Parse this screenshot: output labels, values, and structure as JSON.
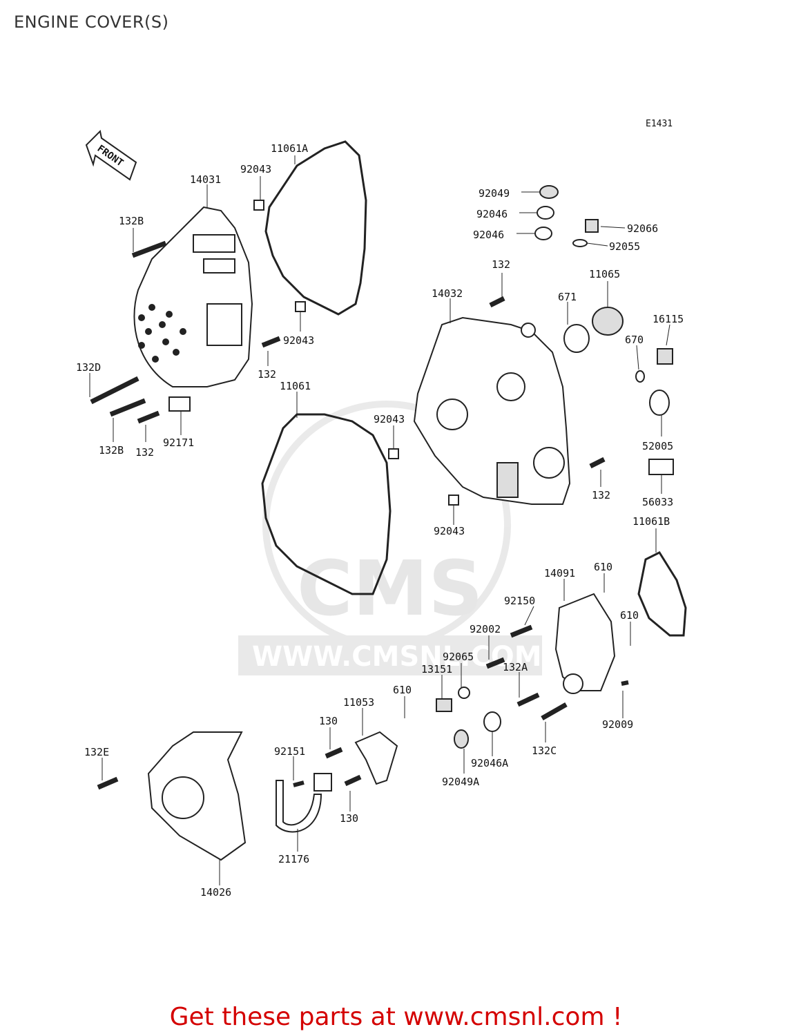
{
  "header": {
    "title": "ENGINE COVER(S)"
  },
  "diagram": {
    "code": "E1431",
    "front_label": "FRONT",
    "callouts": [
      {
        "id": "c-11061A",
        "text": "11061A"
      },
      {
        "id": "c-92043-a",
        "text": "92043"
      },
      {
        "id": "c-14031",
        "text": "14031"
      },
      {
        "id": "c-132B-a",
        "text": "132B"
      },
      {
        "id": "c-92043-b",
        "text": "92043"
      },
      {
        "id": "c-132-a",
        "text": "132"
      },
      {
        "id": "c-132D",
        "text": "132D"
      },
      {
        "id": "c-132B-b",
        "text": "132B"
      },
      {
        "id": "c-132-b",
        "text": "132"
      },
      {
        "id": "c-92171",
        "text": "92171"
      },
      {
        "id": "c-92049",
        "text": "92049"
      },
      {
        "id": "c-92046-a",
        "text": "92046"
      },
      {
        "id": "c-92046-b",
        "text": "92046"
      },
      {
        "id": "c-92066",
        "text": "92066"
      },
      {
        "id": "c-92055",
        "text": "92055"
      },
      {
        "id": "c-132-c",
        "text": "132"
      },
      {
        "id": "c-14032",
        "text": "14032"
      },
      {
        "id": "c-11065",
        "text": "11065"
      },
      {
        "id": "c-671",
        "text": "671"
      },
      {
        "id": "c-16115",
        "text": "16115"
      },
      {
        "id": "c-670",
        "text": "670"
      },
      {
        "id": "c-11061",
        "text": "11061"
      },
      {
        "id": "c-92043-c",
        "text": "92043"
      },
      {
        "id": "c-52005",
        "text": "52005"
      },
      {
        "id": "c-132-d",
        "text": "132"
      },
      {
        "id": "c-56033",
        "text": "56033"
      },
      {
        "id": "c-92043-d",
        "text": "92043"
      },
      {
        "id": "c-11061B",
        "text": "11061B"
      },
      {
        "id": "c-14091",
        "text": "14091"
      },
      {
        "id": "c-610-a",
        "text": "610"
      },
      {
        "id": "c-92150",
        "text": "92150"
      },
      {
        "id": "c-610-b",
        "text": "610"
      },
      {
        "id": "c-92002",
        "text": "92002"
      },
      {
        "id": "c-92065",
        "text": "92065"
      },
      {
        "id": "c-132A",
        "text": "132A"
      },
      {
        "id": "c-13151",
        "text": "13151"
      },
      {
        "id": "c-610-c",
        "text": "610"
      },
      {
        "id": "c-11053",
        "text": "11053"
      },
      {
        "id": "c-130-a",
        "text": "130"
      },
      {
        "id": "c-92009",
        "text": "92009"
      },
      {
        "id": "c-132C",
        "text": "132C"
      },
      {
        "id": "c-92046A",
        "text": "92046A"
      },
      {
        "id": "c-92049A",
        "text": "92049A"
      },
      {
        "id": "c-132E",
        "text": "132E"
      },
      {
        "id": "c-92151",
        "text": "92151"
      },
      {
        "id": "c-130-b",
        "text": "130"
      },
      {
        "id": "c-21176",
        "text": "21176"
      },
      {
        "id": "c-14026",
        "text": "14026"
      }
    ],
    "watermark_text": "WWW.CMSNL.COM",
    "watermark_logo": "CMS"
  },
  "footer": {
    "promo": "Get these parts at www.cmsnl.com !"
  }
}
